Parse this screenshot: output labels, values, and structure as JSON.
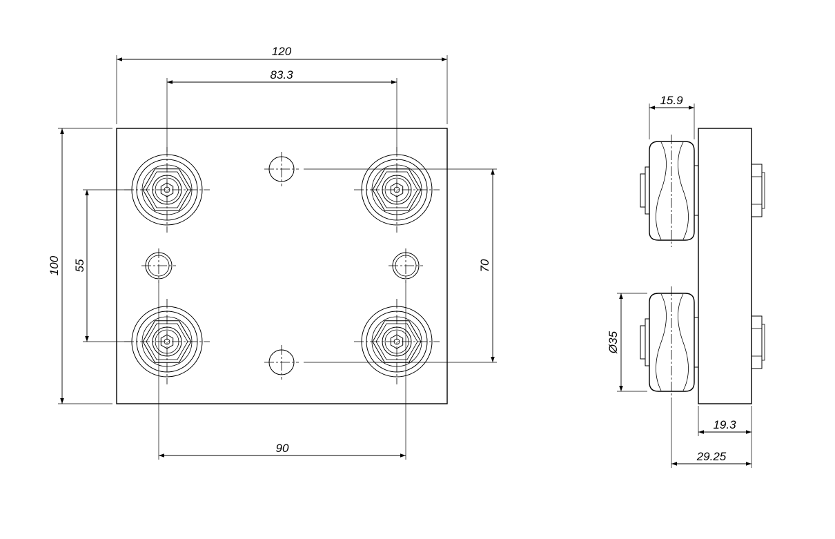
{
  "dimensions": {
    "plate_width": "120",
    "wheel_spacing_top": "83.3",
    "plate_height": "100",
    "wheel_spacing_left": "55",
    "wheel_spacing_right": "70",
    "wheel_spacing_bottom": "90",
    "wheel_width": "15.9",
    "wheel_diameter": "Ø35",
    "plate_to_wheel_edge": "19.3",
    "overall_depth": "29.25"
  }
}
